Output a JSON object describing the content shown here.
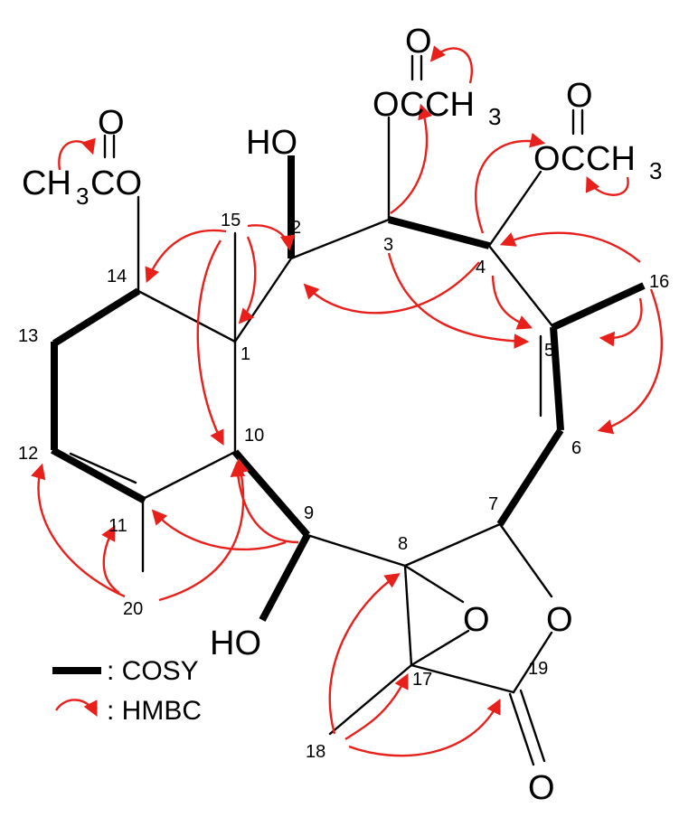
{
  "atoms": {
    "oac14": {
      "ch3": "CH",
      "sub3": "3",
      "co": "CO",
      "o_top": "O"
    },
    "oh2": "HO",
    "oac3": {
      "o": "O",
      "c": "C",
      "ch": "CH",
      "sub3": "3",
      "o_top": "O"
    },
    "oac4": {
      "o": "O",
      "c": "C",
      "ch": "CH",
      "sub3": "3",
      "o_top": "O"
    },
    "oh9": "HO",
    "epoxide_o": "O",
    "lactone_o": "O",
    "carbonyl_o": "O"
  },
  "numbers": [
    "1",
    "2",
    "3",
    "4",
    "5",
    "6",
    "7",
    "8",
    "9",
    "10",
    "11",
    "12",
    "13",
    "14",
    "15",
    "16",
    "17",
    "18",
    "19",
    "20"
  ],
  "legend": {
    "cosy_label": ": COSY",
    "hmbc_label": ": HMBC"
  },
  "colors": {
    "bond": "#000000",
    "hmbc_arrow": "#e8201c"
  }
}
